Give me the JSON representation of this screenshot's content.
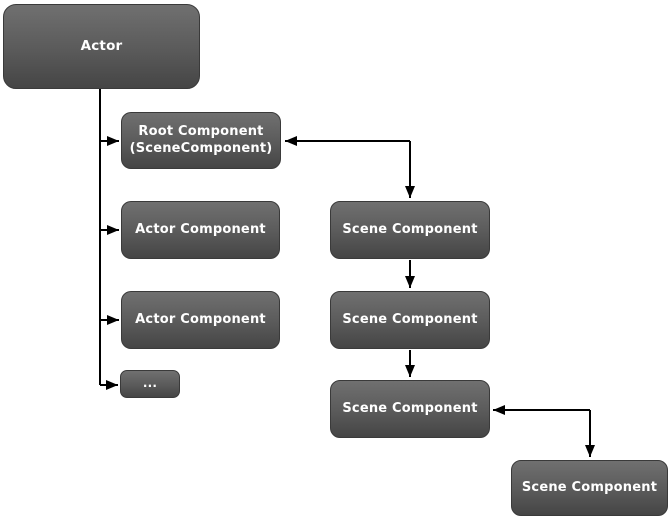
{
  "diagram": {
    "description": "Actor component hierarchy diagram",
    "nodes": {
      "actor": {
        "label": "Actor"
      },
      "root_component": {
        "label_line1": "Root Component",
        "label_line2": "(SceneComponent)"
      },
      "actor_component_1": {
        "label": "Actor Component"
      },
      "actor_component_2": {
        "label": "Actor Component"
      },
      "ellipsis": {
        "label": "..."
      },
      "scene_component_1": {
        "label": "Scene Component"
      },
      "scene_component_2": {
        "label": "Scene Component"
      },
      "scene_component_3": {
        "label": "Scene Component"
      },
      "scene_component_4": {
        "label": "Scene Component"
      }
    },
    "edges": [
      {
        "from": "actor",
        "to": "root_component",
        "style": "arrow"
      },
      {
        "from": "actor",
        "to": "actor_component_1",
        "style": "arrow"
      },
      {
        "from": "actor",
        "to": "actor_component_2",
        "style": "arrow"
      },
      {
        "from": "actor",
        "to": "ellipsis",
        "style": "arrow"
      },
      {
        "from": "root_component",
        "to": "scene_component_1",
        "style": "double-arrow-elbow"
      },
      {
        "from": "scene_component_1",
        "to": "scene_component_2",
        "style": "arrow"
      },
      {
        "from": "scene_component_2",
        "to": "scene_component_3",
        "style": "arrow"
      },
      {
        "from": "scene_component_3",
        "to": "scene_component_4",
        "style": "double-arrow-elbow"
      }
    ],
    "colors": {
      "box_gradient_top": "#707070",
      "box_gradient_bottom": "#454545",
      "box_border": "#3a3a3a",
      "text": "#ffffff",
      "connector": "#000000",
      "background": "#ffffff"
    }
  }
}
